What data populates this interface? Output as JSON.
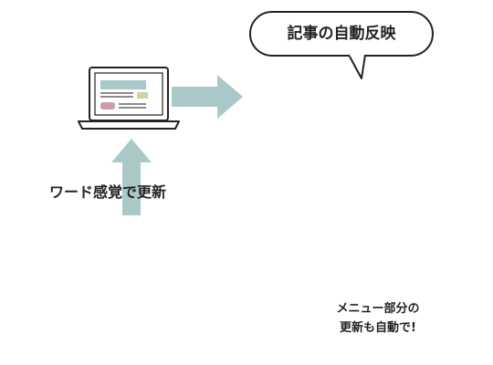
{
  "labels": {
    "top_bubble": "記事の自動反映",
    "left_caption": "ワード感覚で更新",
    "bottom_bubble_line1": "メニュー部分の",
    "bottom_bubble_line2": "更新も自動で!"
  },
  "colors": {
    "outline": "#222222",
    "arrow": "#a9c9c9",
    "header_green": "#99d47a",
    "tablet_header": "#5bbf8f",
    "menu_line": "#5bbf8f",
    "gray_block": "#e0e0e0",
    "dark_line": "#666666",
    "teal_block": "#a9c9c9",
    "khaki": "#cfd3a8",
    "pink": "#c9a0a8",
    "red_dot": "#e06666"
  },
  "icons": [
    "laptop-icon",
    "browser-window-icon",
    "editor-window-icon",
    "keyboard-icon",
    "pointing-hand-icon",
    "tablet-icon"
  ]
}
